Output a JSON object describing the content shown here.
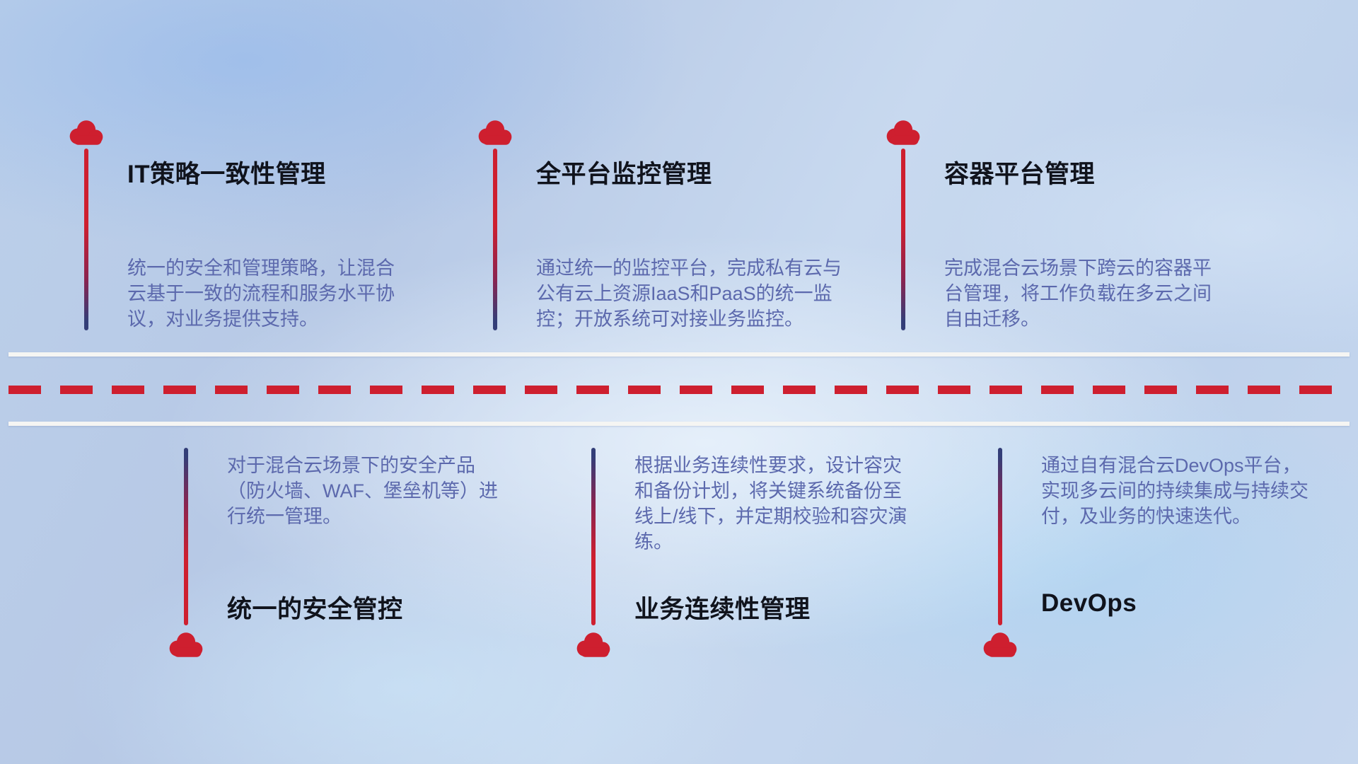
{
  "diagram_title": "hybrid-cloud-management-capabilities",
  "top_items": [
    {
      "title": "IT策略一致性管理",
      "description": "统一的安全和管理策略，让混合云基于一致的流程和服务水平协议，对业务提供支持。"
    },
    {
      "title": "全平台监控管理",
      "description": "通过统一的监控平台，完成私有云与公有云上资源IaaS和PaaS的统一监控；开放系统可对接业务监控。"
    },
    {
      "title": "容器平台管理",
      "description": "完成混合云场景下跨云的容器平台管理，将工作负载在多云之间自由迁移。"
    }
  ],
  "bottom_items": [
    {
      "title": "统一的安全管控",
      "description": "对于混合云场景下的安全产品（防火墙、WAF、堡垒机等）进行统一管理。"
    },
    {
      "title": "业务连续性管理",
      "description": "根据业务连续性要求，设计容灾和备份计划，将关键系统备份至线上/线下，并定期校验和容灾演练。"
    },
    {
      "title": "DevOps",
      "description": "通过自有混合云DevOps平台，实现多云间的持续集成与持续交付，及业务的快速迭代。"
    }
  ],
  "colors": {
    "accent_red": "#ce1f2f",
    "line_navy": "#333e78",
    "description_text": "#5c69ad",
    "title_text": "#10131c",
    "road_white": "#f5f5f3"
  }
}
